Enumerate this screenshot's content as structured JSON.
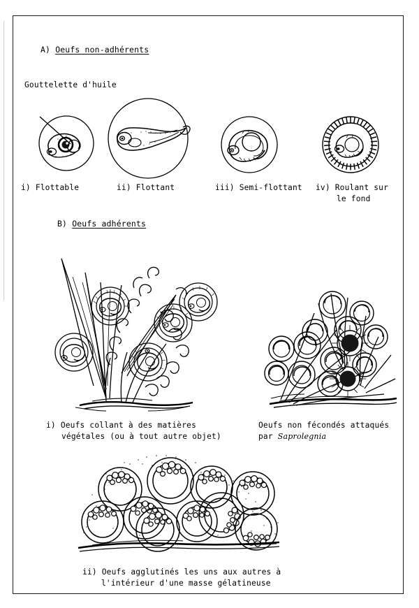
{
  "document": {
    "kind": "scientific-figure",
    "language": "fr",
    "background_color": "#ffffff",
    "ink_color": "#000000"
  },
  "sections": {
    "a": {
      "prefix": "A)",
      "title": "Oeufs non-adhérents",
      "annotation_label": "Gouttelette d'huile",
      "figures": [
        {
          "id": "i",
          "caption_prefix": "i)",
          "caption": "Flottable",
          "caption_line2": ""
        },
        {
          "id": "ii",
          "caption_prefix": "ii)",
          "caption": "Flottant",
          "caption_line2": ""
        },
        {
          "id": "iii",
          "caption_prefix": "iii)",
          "caption": "Semi-flottant",
          "caption_line2": ""
        },
        {
          "id": "iv",
          "caption_prefix": "iv)",
          "caption": "Roulant sur",
          "caption_line2": "le fond"
        }
      ]
    },
    "b": {
      "prefix": "B)",
      "title": "Oeufs adhérents",
      "figures": [
        {
          "id": "b-i",
          "caption_prefix": "i)",
          "caption_line1": "Oeufs collant à des matières",
          "caption_line2": "végétales (ou à tout autre objet)"
        },
        {
          "id": "b-saprolegnia",
          "caption_prefix": "",
          "caption_line1": "Oeufs non fécondés attaqués",
          "caption_line2_prefix": "par ",
          "caption_line2_italic": "Saprolegnia"
        },
        {
          "id": "b-ii",
          "caption_prefix": "ii)",
          "caption_line1": "Oeufs agglutinés les uns aux autres à",
          "caption_line2": "l'intérieur d'une masse gélatineuse"
        }
      ]
    }
  }
}
